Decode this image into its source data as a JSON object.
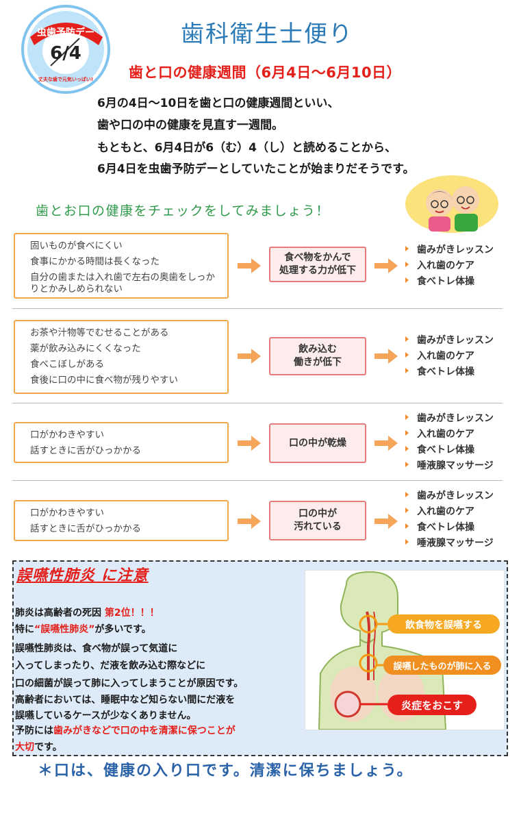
{
  "badge": {
    "label": "虫歯予防デー",
    "date": "6/4",
    "slogan": "丈夫な歯で元気いっぱい!"
  },
  "header": {
    "title": "歯科衛生士便り",
    "subtitle": "歯と口の健康週間（6月4日～6月10日）"
  },
  "intro": [
    "6月の4日～10日を歯と口の健康週間といい、",
    "歯や口の中の健康を見直す一週間。",
    "もともと、6月4日が6（む）4（し）と読めることから、",
    "6月4日を虫歯予防デーとしていたことが始まりだそうです。"
  ],
  "check_heading": "歯とお口の健康をチェックをしてみましょう！",
  "rows": [
    {
      "symptoms": [
        "固いものが食べにくい",
        "食事にかかる時間は長くなった",
        "自分の歯または入れ歯で左右の奥歯をしっかりとかみしめられない"
      ],
      "problem": [
        "食べ物をかんで",
        "処理する力が低下"
      ],
      "care": [
        "歯みがきレッスン",
        "入れ歯のケア",
        "食べトレ体操"
      ]
    },
    {
      "symptoms": [
        "お茶や汁物等でむせることがある",
        "薬が飲み込みにくくなった",
        "食べこぼしがある",
        "食後に口の中に食べ物が残りやすい"
      ],
      "problem": [
        "飲み込む",
        "働きが低下"
      ],
      "care": [
        "歯みがきレッスン",
        "入れ歯のケア",
        "食べトレ体操"
      ]
    },
    {
      "symptoms": [
        "口がかわきやすい",
        "話すときに舌がひっかかる"
      ],
      "problem": [
        "口の中が乾燥"
      ],
      "care": [
        "歯みがきレッスン",
        "入れ歯のケア",
        "食べトレ体操",
        "唾液腺マッサージ"
      ]
    },
    {
      "symptoms": [
        "口がかわきやすい",
        "話すときに舌がひっかかる"
      ],
      "problem": [
        "口の中が",
        "汚れている"
      ],
      "care": [
        "歯みがきレッスン",
        "入れ歯のケア",
        "食べトレ体操",
        "唾液腺マッサージ"
      ]
    }
  ],
  "aspiration": {
    "title": "誤嚥性肺炎 に注意",
    "line1_a": "肺炎は高齢者の死因 ",
    "line1_b": "第2位！！！",
    "line2_a": "特に",
    "line2_b": "“誤嚥性肺炎”",
    "line2_c": "が多いです。",
    "body": [
      "誤嚥性肺炎は、食べ物が誤って気道に",
      "入ってしまったり、だ液を飲み込む際などに",
      "口の細菌が誤って肺に入ってしまうことが原因です。",
      "高齢者においては、睡眠中など知らない間にだ液を",
      "誤嚥しているケースが少なくありません。"
    ],
    "line8_a": "予防には",
    "line8_b": "歯みがきなどで口の中を清潔に保つことが",
    "line9_a": "大切",
    "line9_b": "です。",
    "diagram_labels": [
      "飲食物を誤嚥する",
      "誤嚥したものが肺に入る",
      "炎症をおこす"
    ]
  },
  "footer": "＊口は、健康の入り口です。清潔に保ちましょう。",
  "colors": {
    "title_blue": "#2a7ab8",
    "alert_red": "#e5201b",
    "heading_green": "#2e9a4a",
    "accent_orange": "#f39c12",
    "box_pink": "#fdecec"
  }
}
